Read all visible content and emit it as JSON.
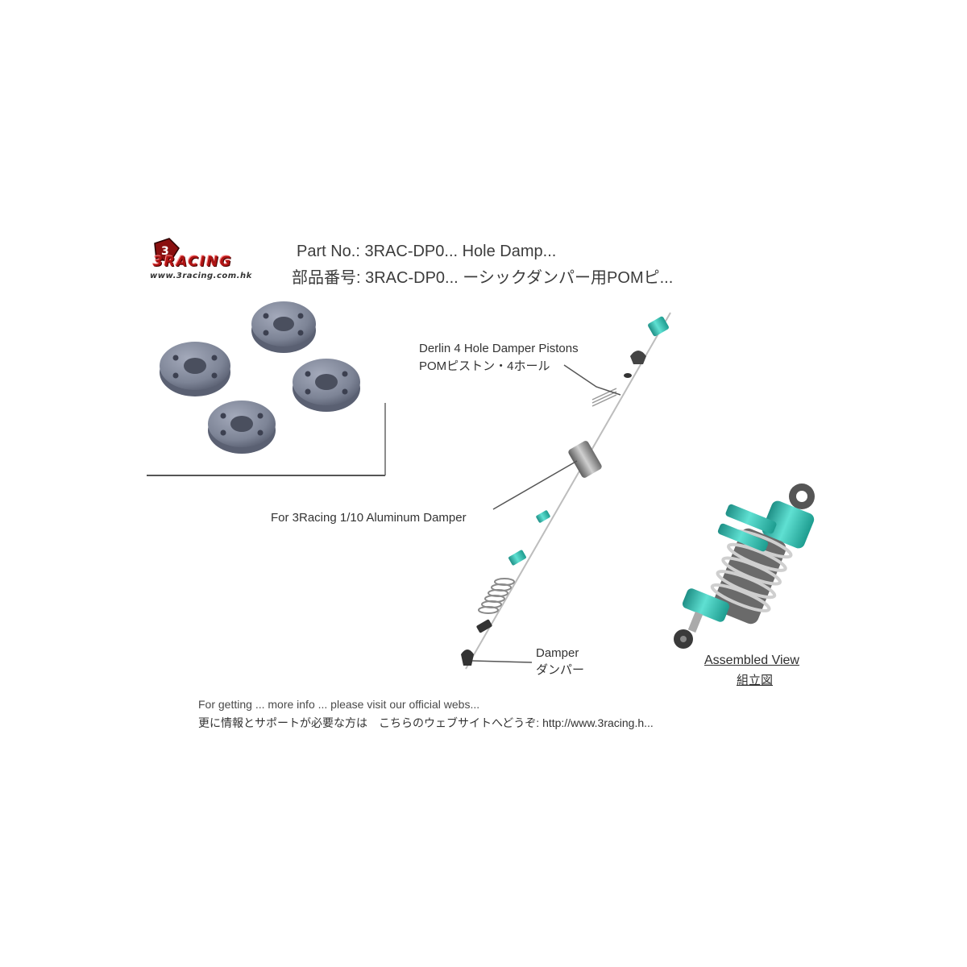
{
  "logo": {
    "wordmark": "3RACING",
    "url": "www.3racing.com.hk"
  },
  "title": {
    "en": "Part No.: 3RAC-DP0... Hole Damp...",
    "jp": "部品番号: 3RAC-DP0... ーシックダンパー用POMピ..."
  },
  "labels": {
    "pistons_en": "Derlin 4 Hole Damper Pistons",
    "pistons_jp": "POMピストン・4ホール",
    "for_damper": "For 3Racing 1/10 Aluminum Damper",
    "damper_en": "Damper",
    "damper_jp": "ダンパー",
    "assembled_en": "Assembled View",
    "assembled_jp": "組立図"
  },
  "footer": {
    "en": "For getting ... more info ... please visit our official webs...",
    "jp": "更に情報とサポートが必要な方は　こちらのウェブサイトへどうぞ: http://www.3racing.h..."
  },
  "colors": {
    "piston_fill": "#7d8496",
    "teal_part": "#2bbfae",
    "metal": "#9a9a9a",
    "logo_red": "#b01414"
  }
}
